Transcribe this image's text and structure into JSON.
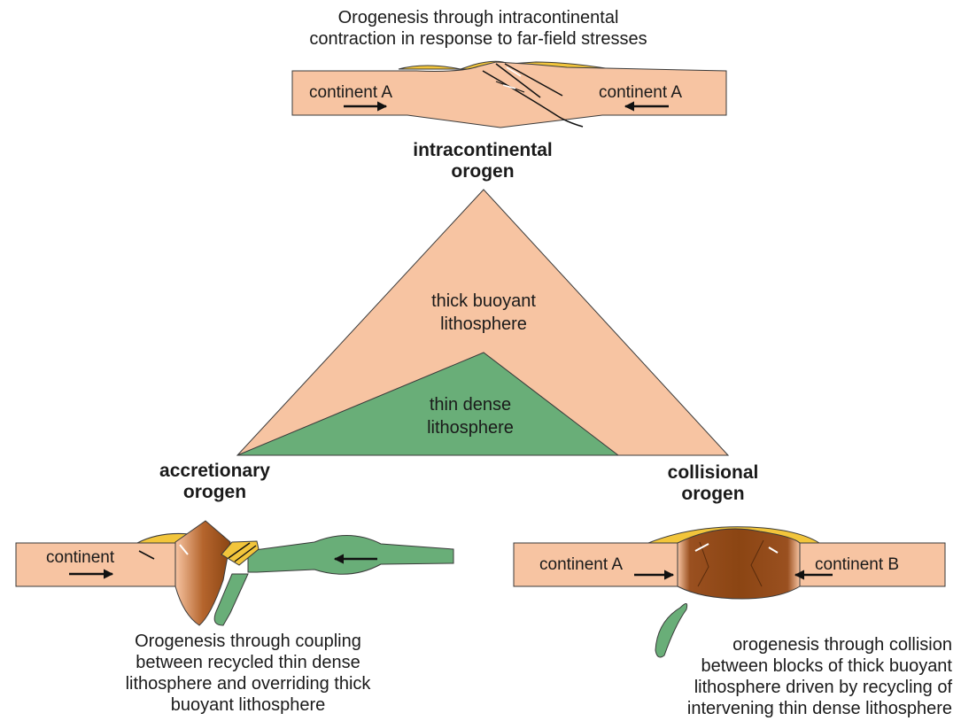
{
  "intracontinental": {
    "caption_lines": [
      "Orogenesis through intracontinental",
      "contraction in response to far-field stresses"
    ],
    "title_lines": [
      "intracontinental",
      "orogen"
    ],
    "label_left": "continent A",
    "label_right": "continent A"
  },
  "triangle": {
    "upper_lines": [
      "thick buoyant",
      "lithosphere"
    ],
    "lower_lines": [
      "thin dense",
      "lithosphere"
    ]
  },
  "accretionary": {
    "title_lines": [
      "accretionary",
      "orogen"
    ],
    "label": "continent",
    "caption_lines": [
      "Orogenesis through coupling",
      "between recycled thin dense",
      "lithosphere and overriding thick",
      "buoyant lithosphere"
    ]
  },
  "collisional": {
    "title_lines": [
      "collisional",
      "orogen"
    ],
    "label_left": "continent A",
    "label_right": "continent B",
    "caption_lines": [
      "orogenesis through collision",
      "between blocks of thick buoyant",
      "lithosphere driven by recycling of",
      "intervening thin dense lithosphere"
    ]
  },
  "colors": {
    "thick_lithosphere": "#F7C4A2",
    "thin_lithosphere": "#69AE78",
    "sediment": "#F2C53B",
    "orogen_core": "#8B4513",
    "outline": "#3a3a3a"
  }
}
